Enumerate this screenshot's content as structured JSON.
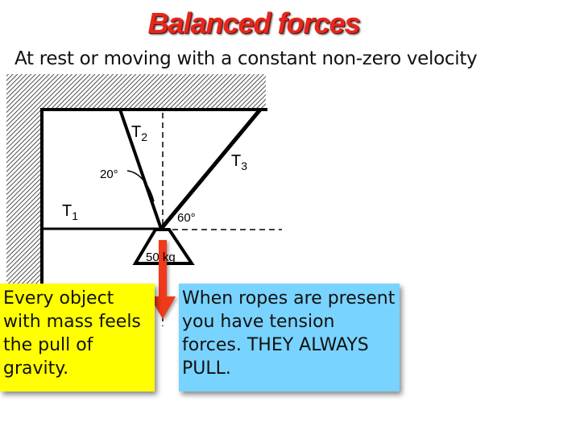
{
  "title": "Balanced forces",
  "subtitle": "At rest or moving with a constant non-zero velocity",
  "diagram": {
    "t1_label": "T",
    "t1_sub": "1",
    "t2_label": "T",
    "t2_sub": "2",
    "t3_label": "T",
    "t3_sub": "3",
    "angle_20": "20°",
    "angle_60": "60°",
    "mass_label": "50 kg",
    "arrow_color": "#f03a1c"
  },
  "gravity_box": {
    "text": "Every object with mass feels the pull of gravity.",
    "color": "#ffff00"
  },
  "tension_box": {
    "text": "When ropes are present you have tension forces. THEY ALWAYS PULL.",
    "color": "#79d3ff"
  }
}
